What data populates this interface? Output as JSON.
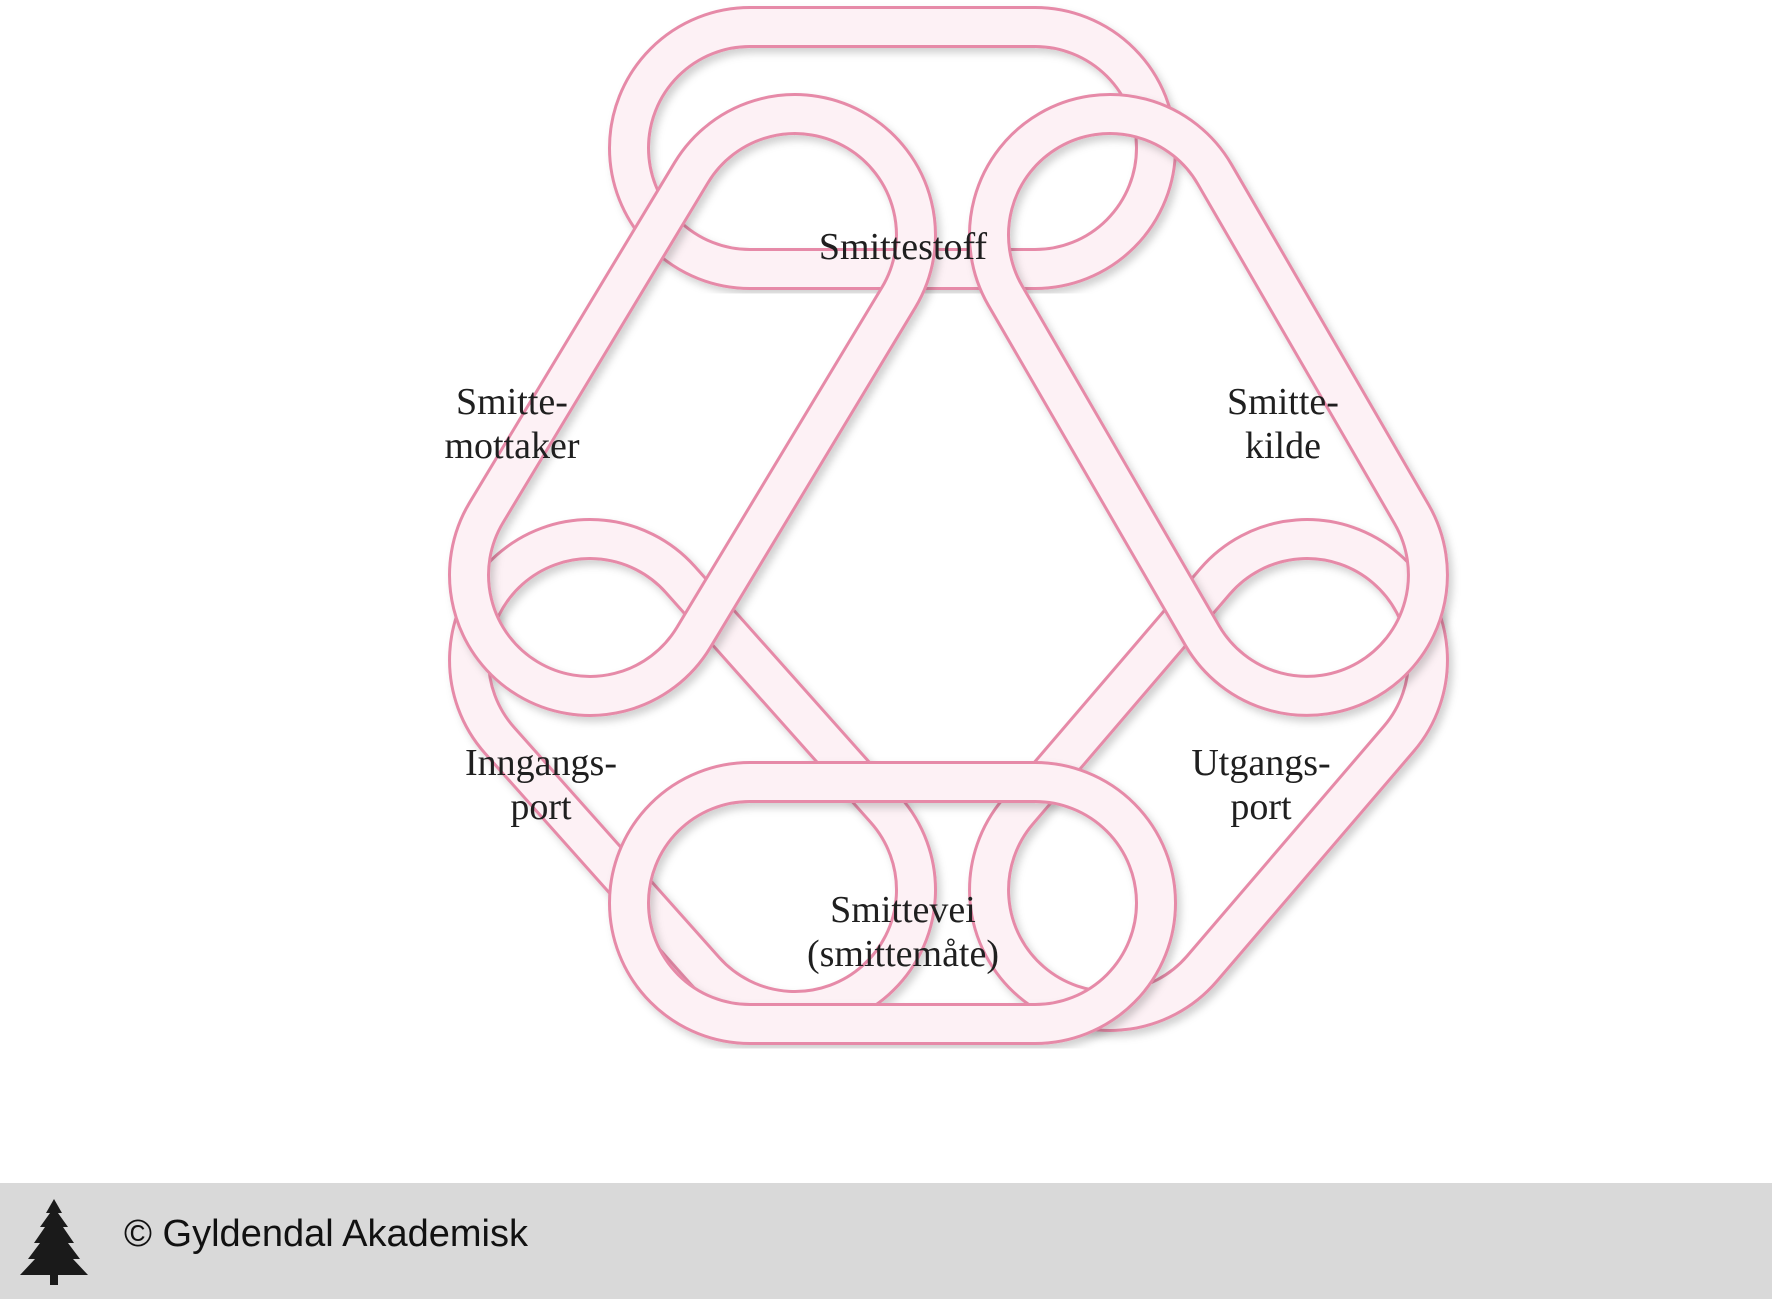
{
  "colors": {
    "ring_edge": "#e68aa8",
    "ring_fill": "#fdf1f5",
    "text": "#1f1f1f",
    "footer_bg": "#d9d9d9"
  },
  "rings": [
    {
      "id": "smittestoff",
      "lines": [
        "Smittestoff"
      ]
    },
    {
      "id": "smittekilde",
      "lines": [
        "Smitte-",
        "kilde"
      ]
    },
    {
      "id": "utgangsport",
      "lines": [
        "Utgangs-",
        "port"
      ]
    },
    {
      "id": "smittevei",
      "lines": [
        "Smittevei",
        "(smittemåte)"
      ]
    },
    {
      "id": "inngangsport",
      "lines": [
        "Inngangs-",
        "port"
      ]
    },
    {
      "id": "smittemottaker",
      "lines": [
        "Smitte-",
        "mottaker"
      ]
    }
  ],
  "footer": {
    "logo_icon": "tree-icon",
    "copyright": "© Gyldendal Akademisk"
  }
}
